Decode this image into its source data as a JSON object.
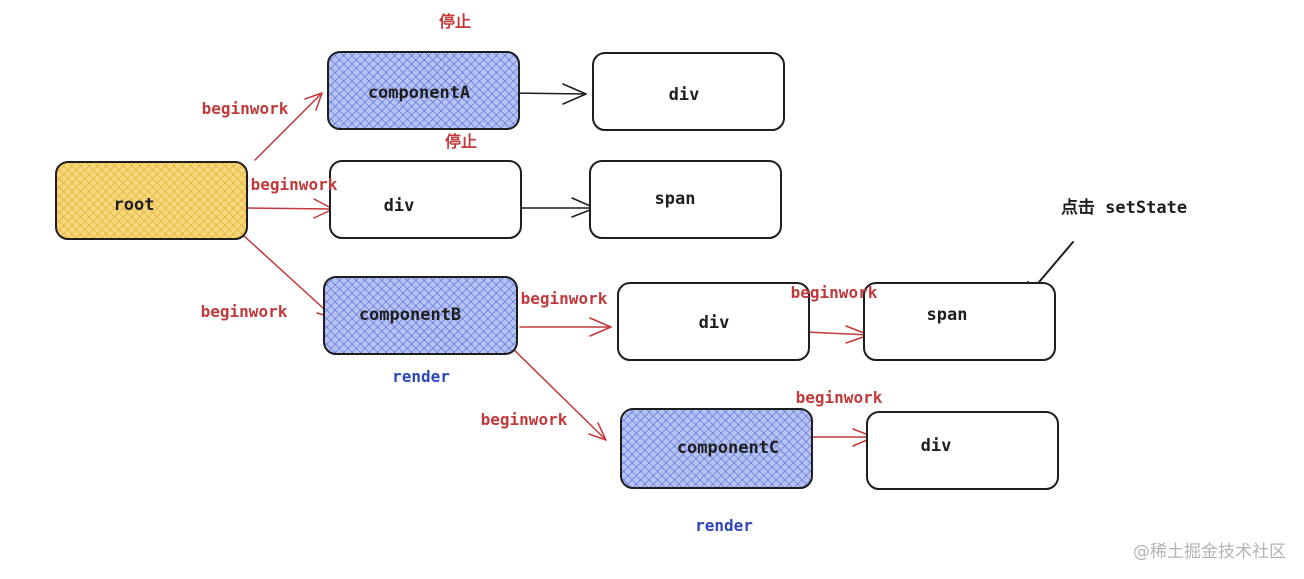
{
  "colors": {
    "root_fill": "#f3c64c",
    "component_fill": "#6e86e0",
    "stroke": "#1e1e1e",
    "red": "#c0393b",
    "blue": "#2f47b8"
  },
  "nodes": {
    "root": "root",
    "componentA": "componentA",
    "divA": "div",
    "div_mid": "div",
    "span_mid": "span",
    "componentB": "componentB",
    "divB": "div",
    "spanB": "span",
    "componentC": "componentC",
    "divC": "div"
  },
  "labels": {
    "stop_top": "停止",
    "stop_mid": "停止",
    "beginwork_to_A": "beginwork",
    "beginwork_to_div": "beginwork",
    "beginwork_to_B": "beginwork",
    "beginwork_B_div": "beginwork",
    "beginwork_div_span": "beginwork",
    "beginwork_to_C": "beginwork",
    "beginwork_C_div": "beginwork",
    "render_B": "render",
    "render_C": "render",
    "click_setstate": "点击 setState"
  },
  "watermark": "@稀土掘金技术社区"
}
